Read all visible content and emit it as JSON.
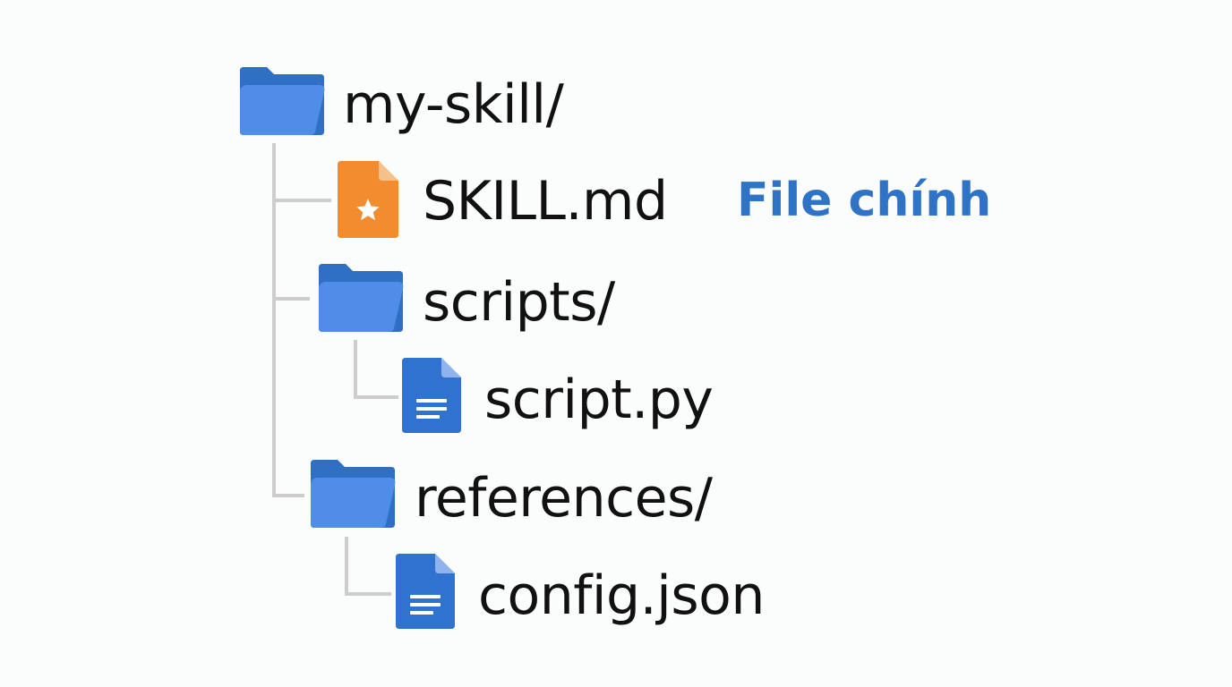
{
  "colors": {
    "folder_back": "#2f6fc4",
    "folder_front": "#4f8de8",
    "file_blue": "#2f72cf",
    "file_blue_fold": "#8fb3ee",
    "file_orange": "#f28c2e",
    "file_orange_fold": "#f6c08a",
    "tree_line": "#cdcdcd",
    "label_text": "#111111",
    "annotation_text": "#2f73c6"
  },
  "tree": {
    "root": {
      "label": "my-skill/",
      "icon": "folder-icon"
    },
    "skill_file": {
      "label": "SKILL.md",
      "icon": "star-file-icon",
      "annotation": "File chính"
    },
    "scripts_folder": {
      "label": "scripts/",
      "icon": "folder-icon"
    },
    "script_file": {
      "label": "script.py",
      "icon": "document-icon"
    },
    "references_folder": {
      "label": "references/",
      "icon": "folder-icon"
    },
    "config_file": {
      "label": "config.json",
      "icon": "document-icon"
    }
  }
}
